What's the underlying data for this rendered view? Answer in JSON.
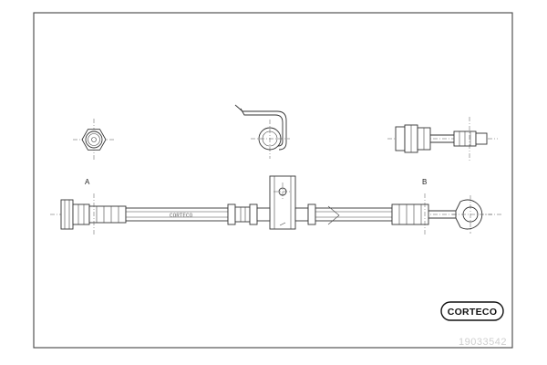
{
  "drawing": {
    "view_label_a": "A",
    "view_label_b": "B",
    "hose_marking": "CORTECO"
  },
  "logo": {
    "brand": "CORTECO"
  },
  "part_number": "19033542",
  "colors": {
    "line": "#333333",
    "frame": "#444444",
    "part_number": "#cfcfcf"
  }
}
